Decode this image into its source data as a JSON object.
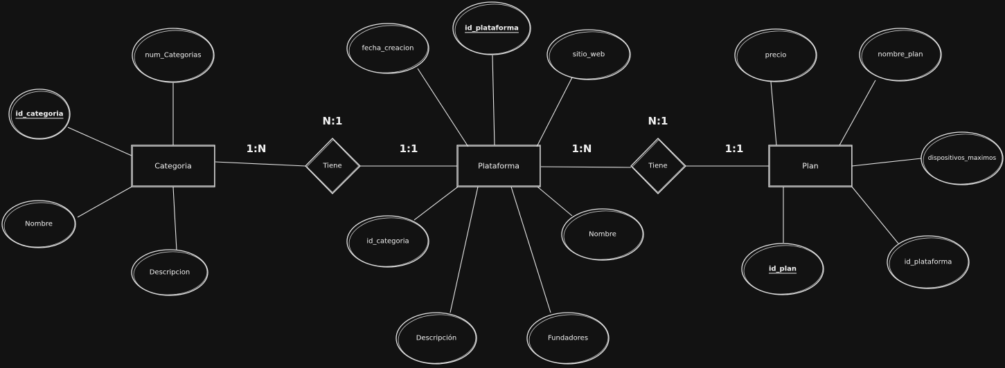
{
  "colors": {
    "background": "#121212",
    "stroke": "#e8e8e8",
    "text": "#f2f2f2"
  },
  "entities": {
    "categoria": "Categoria",
    "plataforma": "Plataforma",
    "plan": "Plan"
  },
  "relationships": {
    "tiene_1": "Tiene",
    "tiene_2": "Tiene"
  },
  "attributes": {
    "categoria": {
      "num_categorias": "num_Categorias",
      "id_categoria": "id_categoria",
      "nombre": "Nombre",
      "descripcion": "Descripcion"
    },
    "plataforma": {
      "id_plataforma": "id_plataforma",
      "fecha_creacion": "fecha_creacion",
      "sitio_web": "sitio_web",
      "id_categoria": "id_categoria",
      "nombre": "Nombre",
      "descripcion": "Descripción",
      "fundadores": "Fundadores"
    },
    "plan": {
      "precio": "precio",
      "nombre_plan": "nombre_plan",
      "dispositivos_maximos": "dispositivos_maximos",
      "id_plan": "id_plan",
      "id_plataforma": "id_plataforma"
    }
  },
  "cardinalities": {
    "cat_tiene": "1:N",
    "tiene_upper_1": "N:1",
    "tiene_plat": "1:1",
    "plat_tiene": "1:N",
    "tiene_upper_2": "N:1",
    "tiene_plan": "1:1"
  }
}
